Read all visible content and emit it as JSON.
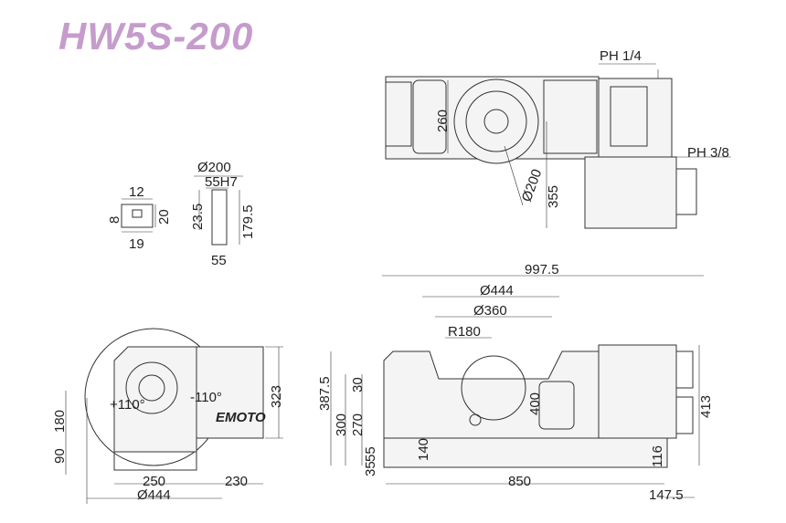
{
  "title": "HW5S-200",
  "colors": {
    "title": "#c59ccc",
    "line": "#333333"
  },
  "top_view": {
    "ph_1_4": "PH 1/4",
    "ph_3_8": "PH 3/8",
    "dim_260": "260",
    "dim_d200": "Ø200",
    "dim_355": "355"
  },
  "tslot": {
    "dim_12": "12",
    "dim_8": "8",
    "dim_20": "20",
    "dim_19": "19"
  },
  "bore": {
    "dim_d200": "Ø200",
    "dim_55h7": "55H7",
    "dim_23_5": "23.5",
    "dim_179_5": "179.5",
    "dim_55": "55"
  },
  "front_view": {
    "dim_323": "323",
    "dim_180": "180",
    "dim_90": "90",
    "dim_250": "250",
    "dim_230": "230",
    "dim_d444": "Ø444",
    "angle_pos": "+110°",
    "angle_neg": "-110°",
    "logo": "EMOTO"
  },
  "side_view": {
    "dim_997_5": "997.5",
    "dim_d444": "Ø444",
    "dim_d360": "Ø360",
    "dim_r180": "R180",
    "dim_387_5": "387.5",
    "dim_300": "300",
    "dim_270": "270",
    "dim_30": "30",
    "dim_400": "400",
    "dim_140": "140",
    "dim_55": "55",
    "dim_35": "35",
    "dim_413": "413",
    "dim_116": "116",
    "dim_850": "850",
    "dim_147_5": "147.5"
  }
}
